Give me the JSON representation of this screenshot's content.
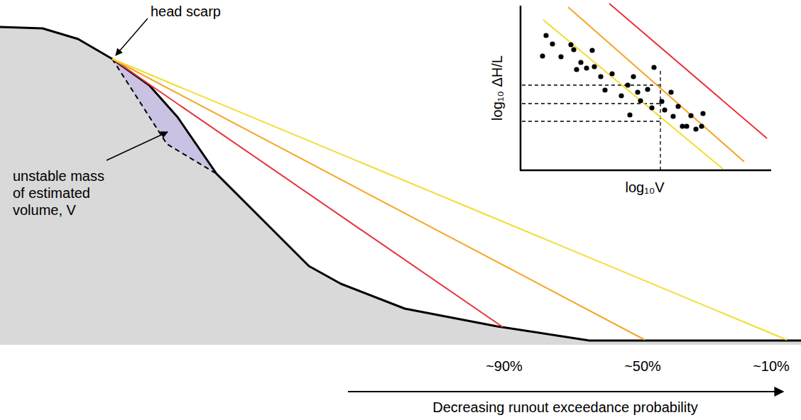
{
  "diagram": {
    "labels": [
      "head scarp",
      "unstable mass of estimated volume, V",
      "log₁₀ ΔH/L",
      "log₁₀V",
      "~90%",
      "~50%",
      "~10%",
      "Decreasing runout exceedance probability"
    ]
  }
}
